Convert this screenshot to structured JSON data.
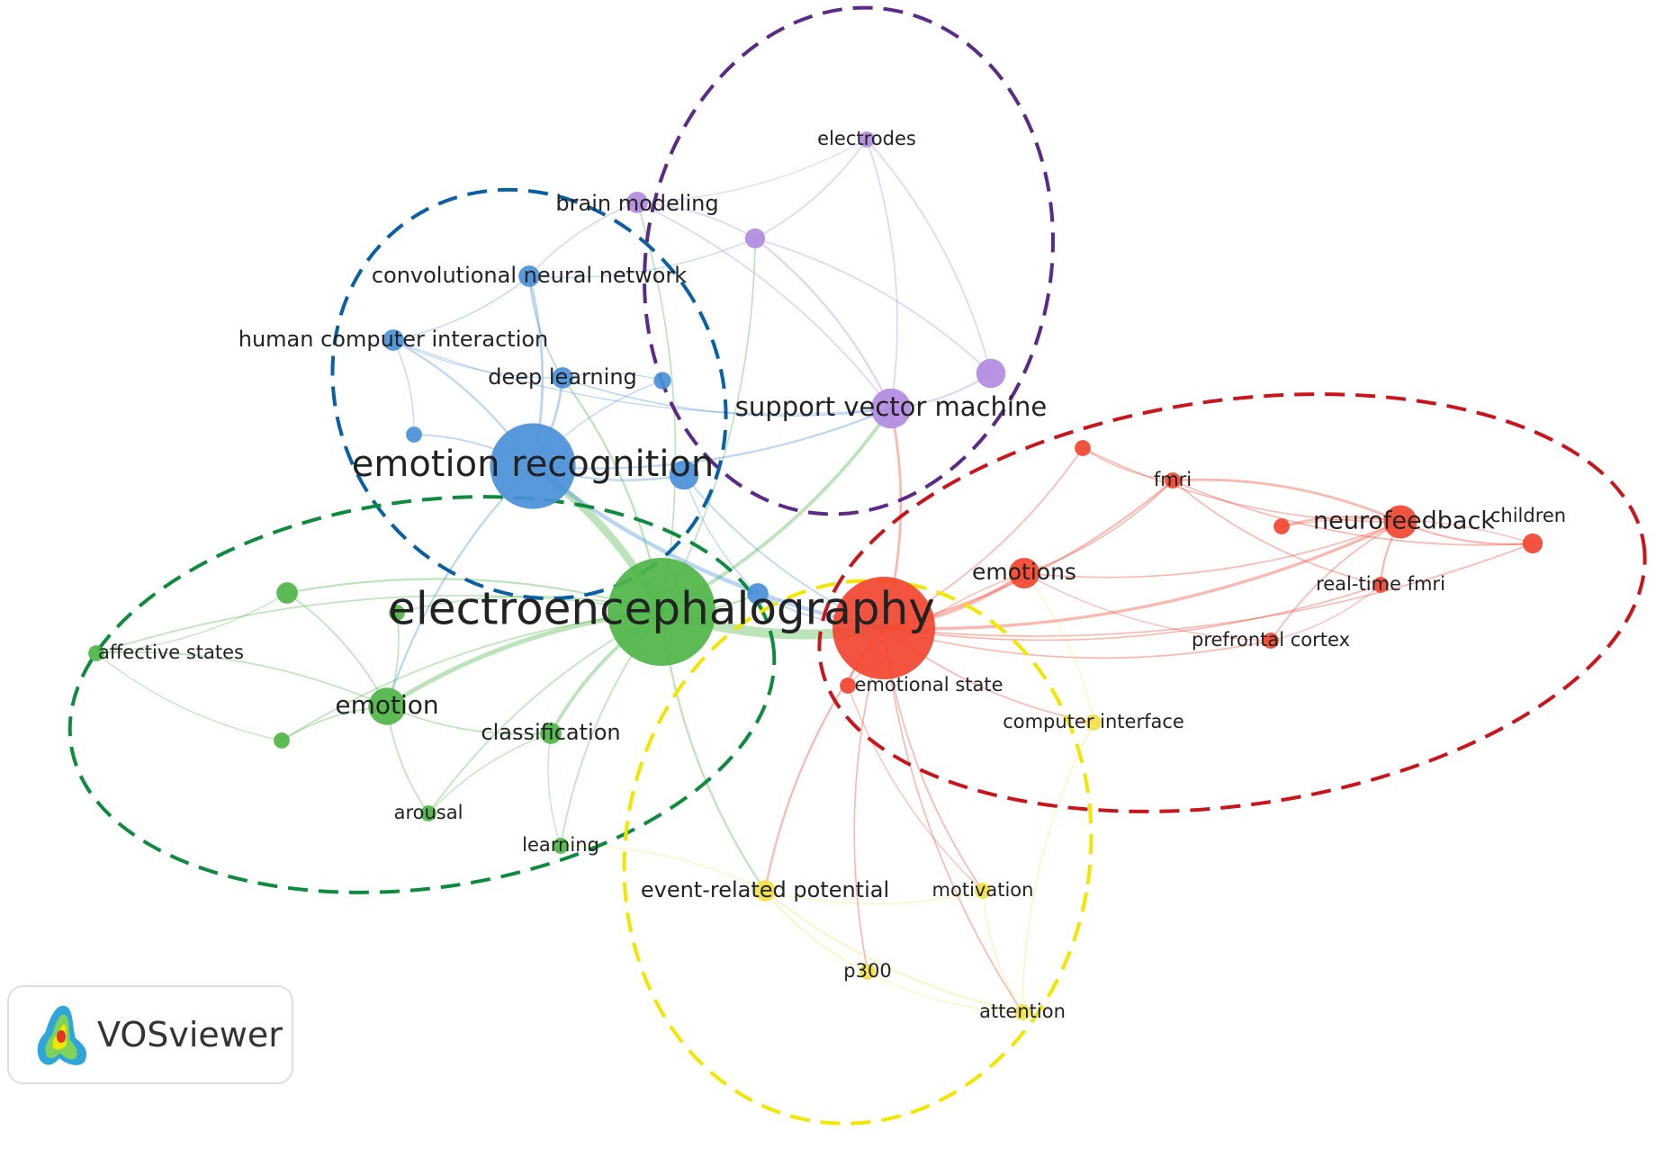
{
  "colors": {
    "blue": "#4a90d9",
    "green": "#4fb548",
    "red": "#f2452f",
    "purple": "#b08be0",
    "yellow": "#f0e04a",
    "outline_blue": "#0b5fa5",
    "outline_purple": "#5b2a86",
    "outline_red": "#c8161d",
    "outline_green": "#0f8a3e",
    "outline_yellow": "#f2e500"
  },
  "badge": {
    "name": "VOSviewer",
    "icon": "vosviewer-logo-icon"
  },
  "nodes": [
    {
      "id": "electroencephalography",
      "label": "electroencephalography",
      "cluster": "green",
      "weight": 10,
      "fs": 50
    },
    {
      "id": "emotion_recognition",
      "label": "emotion recognition",
      "cluster": "blue",
      "weight": 7,
      "fs": 40
    },
    {
      "id": "red_hub",
      "label": "",
      "cluster": "red",
      "weight": 9.5,
      "fs": 0
    },
    {
      "id": "support_vector_machine",
      "label": "support vector machine",
      "cluster": "purple",
      "weight": 3,
      "fs": 29
    },
    {
      "id": "neurofeedback",
      "label": "neurofeedback",
      "cluster": "red",
      "weight": 2.5,
      "fs": 27
    },
    {
      "id": "emotion",
      "label": "emotion",
      "cluster": "green",
      "weight": 2.8,
      "fs": 28
    },
    {
      "id": "emotions",
      "label": "emotions",
      "cluster": "red",
      "weight": 2.3,
      "fs": 25
    },
    {
      "id": "convolutional_neural_network",
      "label": "convolutional neural network",
      "cluster": "blue",
      "weight": 1.6,
      "fs": 24
    },
    {
      "id": "human_computer_interaction",
      "label": "human computer interaction",
      "cluster": "blue",
      "weight": 1.6,
      "fs": 24
    },
    {
      "id": "deep_learning",
      "label": "deep learning",
      "cluster": "blue",
      "weight": 1.6,
      "fs": 24
    },
    {
      "id": "brain_modeling",
      "label": "brain modeling",
      "cluster": "purple",
      "weight": 1.6,
      "fs": 24
    },
    {
      "id": "classification",
      "label": "classification",
      "cluster": "green",
      "weight": 1.6,
      "fs": 24
    },
    {
      "id": "event_related_potential",
      "label": "event-related potential",
      "cluster": "yellow",
      "weight": 1.6,
      "fs": 24
    },
    {
      "id": "electrodes",
      "label": "electrodes",
      "cluster": "purple",
      "weight": 1.2,
      "fs": 21
    },
    {
      "id": "fmri",
      "label": "fmri",
      "cluster": "red",
      "weight": 1.2,
      "fs": 21
    },
    {
      "id": "children",
      "label": "children",
      "cluster": "red",
      "weight": 1.5,
      "fs": 21
    },
    {
      "id": "real_time_fmri",
      "label": "real-time fmri",
      "cluster": "red",
      "weight": 1.2,
      "fs": 21
    },
    {
      "id": "prefrontal_cortex",
      "label": "prefrontal cortex",
      "cluster": "red",
      "weight": 1.2,
      "fs": 21
    },
    {
      "id": "emotional_state",
      "label": "emotional state",
      "cluster": "red",
      "weight": 1.2,
      "fs": 21
    },
    {
      "id": "computer_interface",
      "label": "computer interface",
      "cluster": "yellow",
      "weight": 1.2,
      "fs": 21
    },
    {
      "id": "affective_states",
      "label": "affective states",
      "cluster": "green",
      "weight": 1.2,
      "fs": 21
    },
    {
      "id": "arousal",
      "label": "arousal",
      "cluster": "green",
      "weight": 1.2,
      "fs": 21
    },
    {
      "id": "learning",
      "label": "learning",
      "cluster": "green",
      "weight": 1.2,
      "fs": 21
    },
    {
      "id": "motivation",
      "label": "motivation",
      "cluster": "yellow",
      "weight": 1.2,
      "fs": 21
    },
    {
      "id": "p300",
      "label": "p300",
      "cluster": "yellow",
      "weight": 1.2,
      "fs": 21
    },
    {
      "id": "attention",
      "label": "attention",
      "cluster": "yellow",
      "weight": 1.2,
      "fs": 21
    },
    {
      "id": "purple_a",
      "label": "",
      "cluster": "purple",
      "weight": 1.5,
      "fs": 0
    },
    {
      "id": "purple_b",
      "label": "",
      "cluster": "purple",
      "weight": 2.2,
      "fs": 0
    },
    {
      "id": "blue_a",
      "label": "",
      "cluster": "blue",
      "weight": 1.3,
      "fs": 0
    },
    {
      "id": "blue_b",
      "label": "",
      "cluster": "blue",
      "weight": 1.2,
      "fs": 0
    },
    {
      "id": "blue_c",
      "label": "",
      "cluster": "blue",
      "weight": 2.2,
      "fs": 0
    },
    {
      "id": "blue_d",
      "label": "",
      "cluster": "blue",
      "weight": 1.6,
      "fs": 0
    },
    {
      "id": "green_a",
      "label": "",
      "cluster": "green",
      "weight": 1.6,
      "fs": 0
    },
    {
      "id": "green_b",
      "label": "",
      "cluster": "green",
      "weight": 1.2,
      "fs": 0
    },
    {
      "id": "green_c",
      "label": "",
      "cluster": "green",
      "weight": 1.2,
      "fs": 0
    },
    {
      "id": "red_a",
      "label": "",
      "cluster": "red",
      "weight": 1.2,
      "fs": 0
    },
    {
      "id": "red_b",
      "label": "",
      "cluster": "red",
      "weight": 1.2,
      "fs": 0
    }
  ],
  "clusters": [
    "blue",
    "purple",
    "red",
    "green",
    "yellow"
  ]
}
